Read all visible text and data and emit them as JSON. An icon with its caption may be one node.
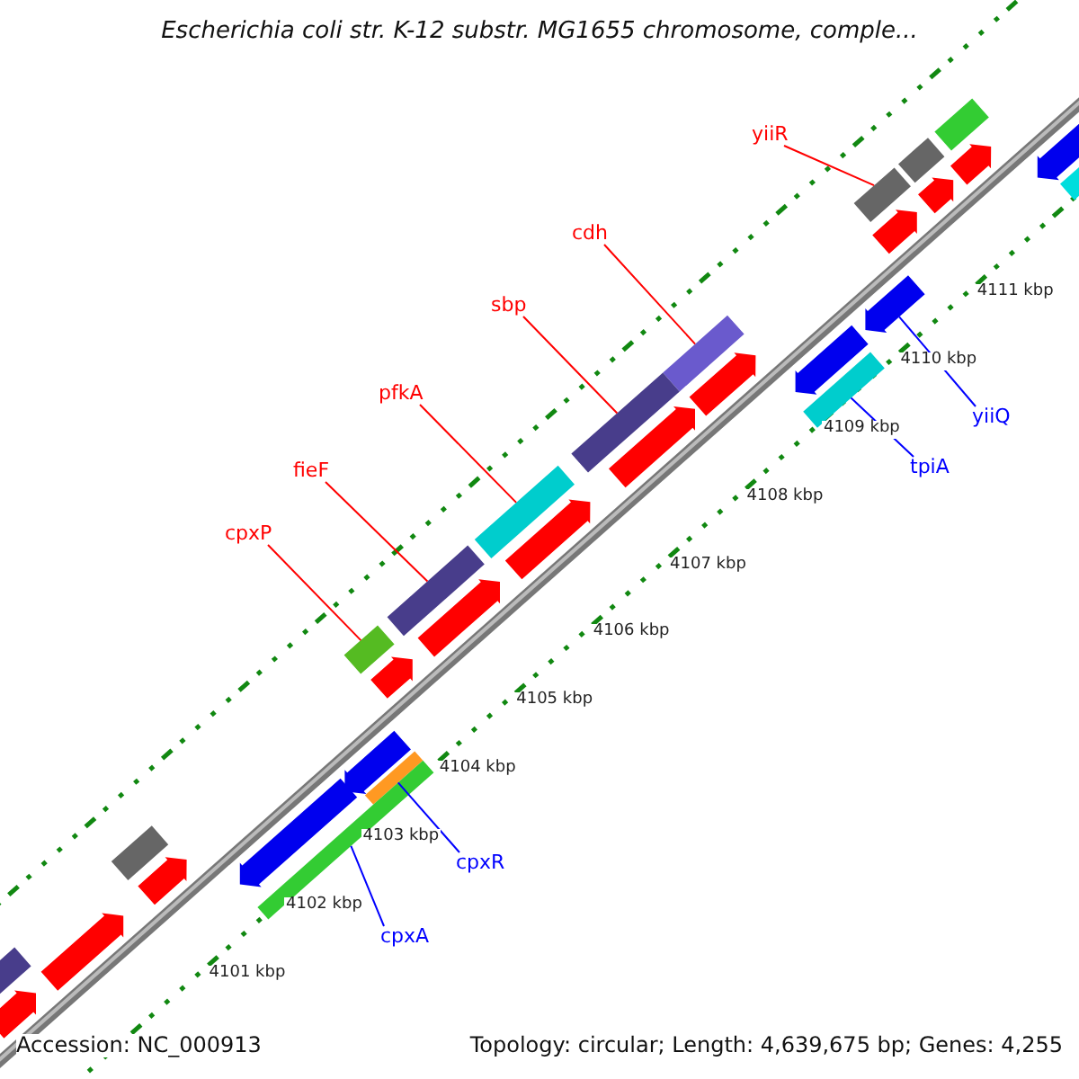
{
  "diagram": {
    "title": "Escherichia coli str. K-12 substr. MG1655 chromosome, comple...",
    "nodes": [
      {
        "text": [],
        "shape": "bar"
      },
      {
        "text": [
          "yiiR"
        ]
      },
      {
        "text": [],
        "shape": "bar"
      },
      {
        "text": [],
        "shape": "pentagon"
      },
      {
        "text": [],
        "shape": "pentagon"
      },
      {
        "text": [],
        "shape": "pentagon"
      },
      {
        "text": [],
        "shape": "bar"
      },
      {
        "text": [],
        "shape": "bar"
      },
      {
        "text": [],
        "shape": "pentagon"
      },
      {
        "text": [
          "cdh"
        ]
      },
      {
        "text": [],
        "shape": "pentagon"
      },
      {
        "text": [
          "sbp"
        ]
      },
      {
        "text": [],
        "shape": "bar"
      },
      {
        "text": [],
        "shape": "pentagon"
      },
      {
        "text": [],
        "shape": "pentagon"
      },
      {
        "text": [],
        "shape": "bar"
      },
      {
        "text": [
          "pfkA"
        ]
      },
      {
        "text": [],
        "shape": "bar"
      },
      {
        "text": [
          "yiiQ"
        ]
      },
      {
        "text": [],
        "shape": "pentagon"
      },
      {
        "text": [
          "tpiA"
        ]
      },
      {
        "text": [
          "fieF"
        ]
      },
      {
        "text": [],
        "shape": "bar"
      },
      {
        "text": [],
        "shape": "pentagon"
      },
      {
        "text": [
          "cpxP"
        ]
      },
      {
        "text": [],
        "shape": "bar"
      },
      {
        "text": [],
        "shape": "pentagon"
      },
      {
        "text": [],
        "shape": "bar"
      },
      {
        "text": [],
        "shape": "pentagon"
      },
      {
        "text": [],
        "shape": "pentagon"
      },
      {
        "text": [],
        "shape": "bar"
      },
      {
        "text": [],
        "shape": "pentagon"
      },
      {
        "text": [],
        "shape": "bar"
      },
      {
        "text": [],
        "shape": "bar"
      },
      {
        "text": [
          "cpxR"
        ]
      },
      {
        "text": [],
        "shape": "pentagon"
      },
      {
        "text": [],
        "shape": "pentagon"
      },
      {
        "text": [
          "cpxA"
        ]
      },
      {
        "text": [],
        "shape": "bar"
      },
      {
        "text": [],
        "shape": "pentagon"
      }
    ],
    "edges": [
      {
        "from": 1,
        "to": 6,
        "arrow": "none"
      },
      {
        "from": 9,
        "to": 12,
        "arrow": "none"
      },
      {
        "from": 11,
        "to": 17,
        "arrow": "none"
      },
      {
        "from": 16,
        "to": 22,
        "arrow": "none"
      },
      {
        "from": 21,
        "to": 25,
        "arrow": "none"
      },
      {
        "from": 24,
        "to": 27,
        "arrow": "none"
      },
      {
        "from": 18,
        "to": 10,
        "arrow": "none",
        "color": "#0000ff"
      },
      {
        "from": 20,
        "to": 15,
        "arrow": "none",
        "color": "#0000ff"
      },
      {
        "from": 34,
        "to": 30,
        "arrow": "none",
        "color": "#0000ff"
      },
      {
        "from": 37,
        "to": 33,
        "arrow": "none",
        "color": "#0000ff"
      }
    ],
    "labels": [
      "4111 kbp",
      "4110 kbp",
      "4109 kbp",
      "4108 kbp",
      "4107 kbp",
      "4106 kbp",
      "4105 kbp",
      "4104 kbp",
      "4103 kbp",
      "4102 kbp",
      "4101 kbp",
      "Accession: NC_000913",
      "Topology: circular; Length: 4,639,675 bp; Genes: 4,255"
    ]
  }
}
